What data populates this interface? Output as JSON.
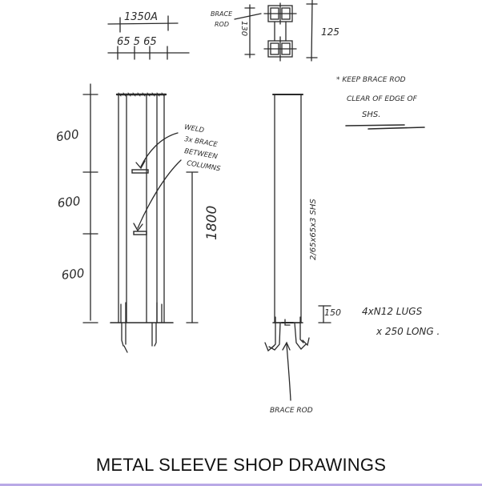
{
  "drawing": {
    "caption": "METAL SLEEVE SHOP DRAWINGS",
    "ink_color": "#2a2a2a",
    "rule_color": "#b9a9e6"
  },
  "plan_detail": {
    "overall_dim": "1350A",
    "part_dims": "65 5 65"
  },
  "section_detail": {
    "brace_rod_label_line1": "BRACE",
    "brace_rod_label_line2": "ROD",
    "gap_dim": "130",
    "height_dim": "125"
  },
  "elevation": {
    "spacing_dims": [
      "600",
      "600",
      "600"
    ],
    "total_dim": "1800",
    "weld_note": [
      "WELD",
      "3x BRACE",
      "BETWEEN",
      "COLUMNS"
    ]
  },
  "side_view": {
    "section_label": "2/65x65x3 SHS",
    "base_dim": "150",
    "note_star": "* KEEP BRACE ROD",
    "note_line2": "CLEAR OF EDGE OF",
    "note_line3": "SHS.",
    "lugs_line1": "4xN12 LUGS",
    "lugs_line2": "x 250 LONG .",
    "brace_rod_label": "BRACE ROD"
  }
}
